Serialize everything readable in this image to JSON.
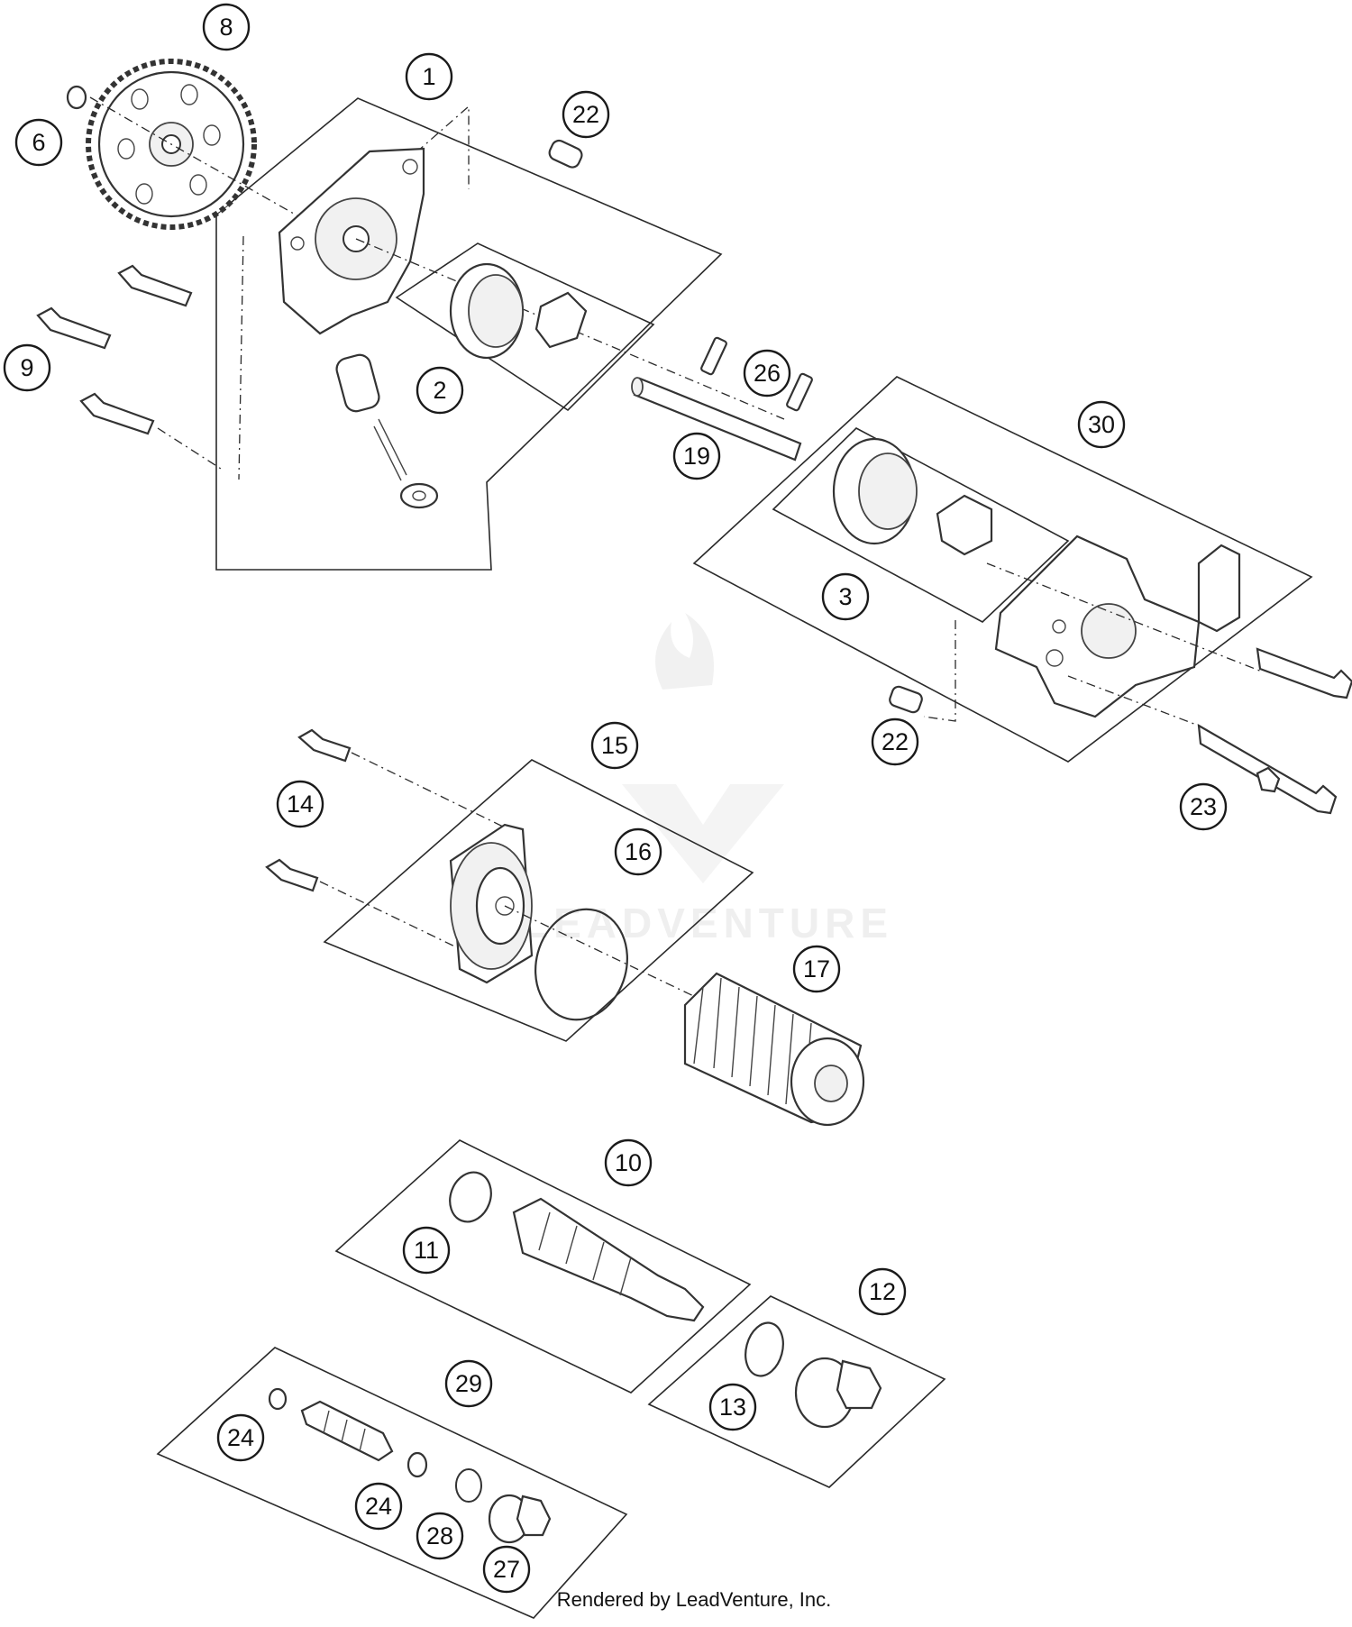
{
  "diagram": {
    "callouts": [
      "8",
      "1",
      "22",
      "6",
      "2",
      "9",
      "26",
      "19",
      "30",
      "3",
      "22",
      "23",
      "14",
      "15",
      "16",
      "17",
      "10",
      "11",
      "12",
      "13",
      "29",
      "24",
      "24",
      "28",
      "27"
    ],
    "watermark_text": "LEADVENTURE",
    "footer": "Rendered by LeadVenture, Inc."
  }
}
